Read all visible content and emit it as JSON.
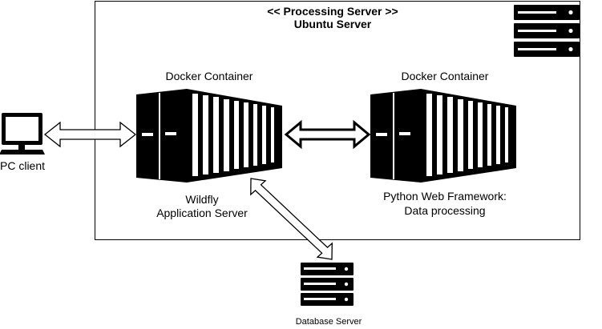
{
  "processing_server": {
    "title": "<< Processing Server >>",
    "subtitle": "Ubuntu Server"
  },
  "containers": [
    {
      "header": "Docker Container",
      "caption_line1": "Wildfly",
      "caption_line2": "Application Server"
    },
    {
      "header": "Docker Container",
      "caption_line1": "Python Web Framework:",
      "caption_line2": "Data processing"
    }
  ],
  "pc_client": {
    "label": "PC client",
    "icon": "computer-monitor-icon"
  },
  "database_server": {
    "label": "Database Server",
    "icon": "server-rack-icon"
  },
  "server_rack_icon": {
    "icon": "server-rack-icon"
  }
}
